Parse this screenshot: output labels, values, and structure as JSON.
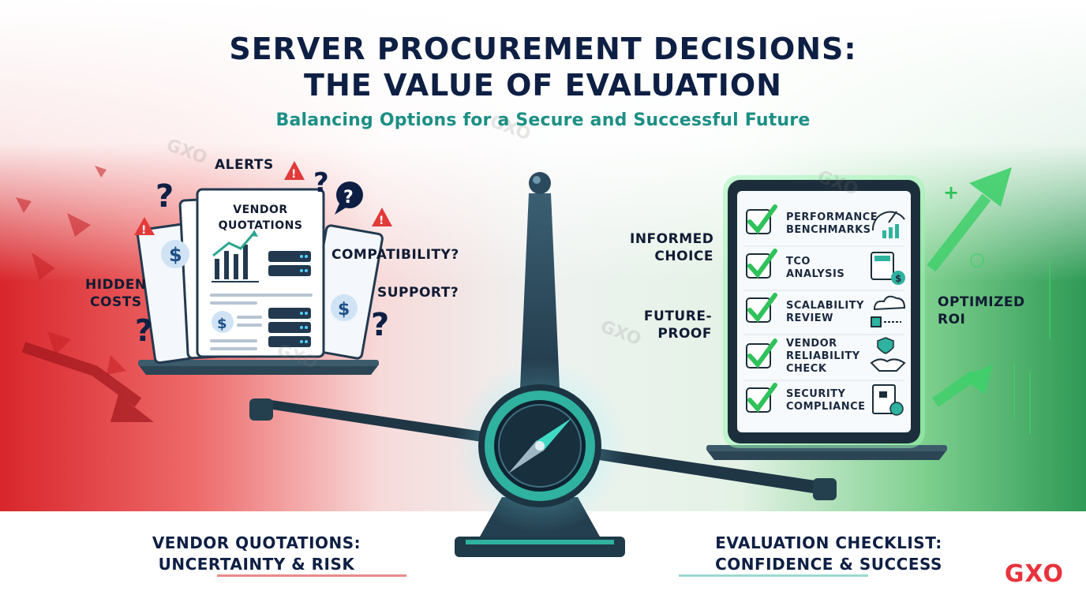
{
  "header": {
    "title_line1": "SERVER PROCUREMENT DECISIONS:",
    "title_line2": "THE VALUE OF EVALUATION",
    "subtitle": "Balancing Options for a Secure and Successful Future"
  },
  "left_side": {
    "labels": {
      "alerts": "ALERTS",
      "hidden_costs": "HIDDEN\nCOSTS",
      "compatibility": "COMPATIBILITY?",
      "support": "SUPPORT?"
    },
    "document_title": "VENDOR\nQUOTATIONS",
    "footer": "VENDOR QUOTATIONS:\nUNCERTAINTY & RISK",
    "colors": {
      "risk": "#e23a3a"
    }
  },
  "right_side": {
    "labels": {
      "informed_choice": "INFORMED\nCHOICE",
      "future_proof": "FUTURE-\nPROOF",
      "optimized_roi": "OPTIMIZED\nROI"
    },
    "checklist": [
      {
        "text": "PERFORMANCE\nBENCHMARKS",
        "icon": "gauge-chart-icon"
      },
      {
        "text": "TCO\nANALYSIS",
        "icon": "calculator-money-icon"
      },
      {
        "text": "SCALABILITY\nREVIEW",
        "icon": "cloud-scale-icon"
      },
      {
        "text": "VENDOR\nRELIABILITY\nCHECK",
        "icon": "handshake-shield-icon"
      },
      {
        "text": "SECURITY\nCOMPLIANCE",
        "icon": "certificate-lock-icon"
      }
    ],
    "footer": "EVALUATION CHECKLIST:\nCONFIDENCE & SUCCESS",
    "colors": {
      "success": "#2fc25a"
    }
  },
  "brand": "GXO",
  "watermark": "GXO",
  "colors": {
    "navy": "#0e1f44",
    "teal": "#1c8f85"
  }
}
